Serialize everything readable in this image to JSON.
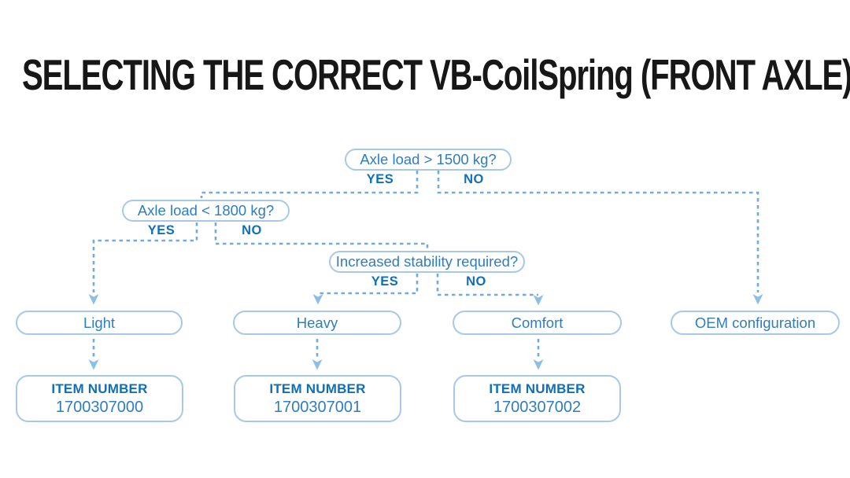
{
  "title": "SELECTING THE CORRECT VB-CoilSpring (FRONT AXLE)",
  "colors": {
    "title": "#171717",
    "box_border": "#a9c8e8",
    "box_text": "#2f7dc0",
    "label_bold": "#0f6fb8",
    "connector_line": "#74aad8",
    "arrowhead": "#8cbfe6"
  },
  "flowchart": {
    "decisions": [
      {
        "question": "Axle load > 1500 kg?",
        "yes_label": "YES",
        "no_label": "NO"
      },
      {
        "question": "Axle load < 1800 kg?",
        "yes_label": "YES",
        "no_label": "NO"
      },
      {
        "question": "Increased stability required?",
        "yes_label": "YES",
        "no_label": "NO"
      }
    ],
    "outcomes": [
      {
        "label": "Light"
      },
      {
        "label": "Heavy"
      },
      {
        "label": "Comfort"
      },
      {
        "label": "OEM configuration"
      }
    ],
    "item_boxes": [
      {
        "heading": "ITEM NUMBER",
        "number": "1700307000"
      },
      {
        "heading": "ITEM NUMBER",
        "number": "1700307001"
      },
      {
        "heading": "ITEM NUMBER",
        "number": "1700307002"
      }
    ]
  }
}
